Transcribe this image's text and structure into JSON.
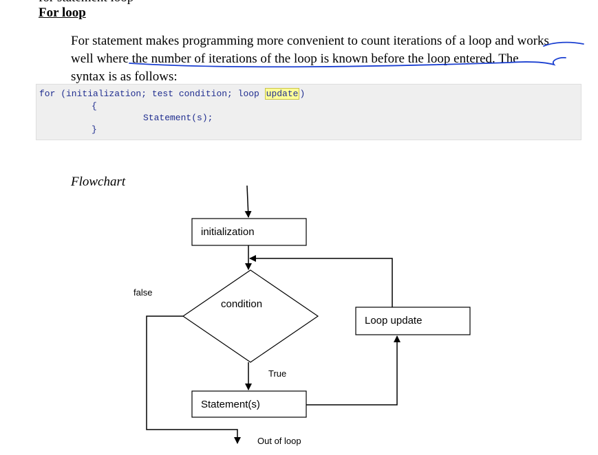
{
  "top_cut_text": "for statement loop",
  "section": {
    "heading": "For loop",
    "paragraph_lines": [
      "For statement makes programming more convenient to count iterations of a loop and works",
      "well where the number of iterations of the loop is known before the loop entered. The",
      "syntax is as follows:"
    ]
  },
  "code": {
    "line1_before": "for (initialization; test condition; loop ",
    "line1_highlight": "update",
    "line1_after": ")",
    "line2": "{",
    "line3": "Statement(s);",
    "line4": "}"
  },
  "flowchart": {
    "label": "Flowchart",
    "init_box": "initialization",
    "decision": "condition",
    "update_box": "Loop update",
    "statement_box": "Statement(s)",
    "false_label": "false",
    "true_label": "True",
    "exit_label": "Out of loop"
  },
  "colors": {
    "annotation_ink": "#1a3fd1",
    "code_text": "#1f2d8f",
    "highlight": "#ffff99"
  }
}
